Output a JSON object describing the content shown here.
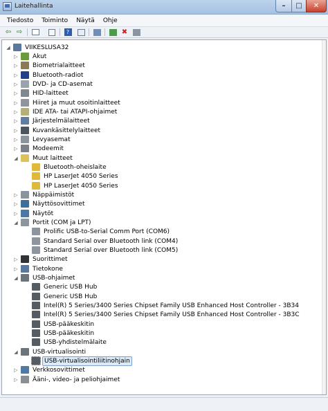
{
  "window": {
    "title": "Laitehallinta"
  },
  "menu": [
    "Tiedosto",
    "Toiminto",
    "Näytä",
    "Ohje"
  ],
  "toolbar": [
    "back-icon",
    "forward-icon",
    "console-tree-icon",
    "properties-list-icon",
    "help-icon",
    "show-hidden-icon",
    "scan-hardware-icon",
    "update-driver-icon",
    "uninstall-icon",
    "disable-icon"
  ],
  "tree": {
    "root": "VIIKESLUSA32",
    "items": [
      {
        "label": "Akut",
        "level": 1,
        "expander": "▷",
        "icon": "battery-icon",
        "color": "#6a9a3c"
      },
      {
        "label": "Biometrialaitteet",
        "level": 1,
        "expander": "▷",
        "icon": "biometric-icon",
        "color": "#8a7a56"
      },
      {
        "label": "Bluetooth-radiot",
        "level": 1,
        "expander": "▷",
        "icon": "bluetooth-icon",
        "color": "#1f3f8a"
      },
      {
        "label": "DVD- ja CD-asemat",
        "level": 1,
        "expander": "▷",
        "icon": "dvd-drive-icon",
        "color": "#9aa3ad"
      },
      {
        "label": "HID-laitteet",
        "level": 1,
        "expander": "▷",
        "icon": "hid-icon",
        "color": "#7f8790"
      },
      {
        "label": "Hiiret ja muut osoitinlaitteet",
        "level": 1,
        "expander": "▷",
        "icon": "mouse-icon",
        "color": "#8e959e"
      },
      {
        "label": "IDE ATA- tai ATAPI-ohjaimet",
        "level": 1,
        "expander": "▷",
        "icon": "ide-controller-icon",
        "color": "#b5b07a"
      },
      {
        "label": "Järjestelmälaitteet",
        "level": 1,
        "expander": "▷",
        "icon": "system-devices-icon",
        "color": "#5d7fa6"
      },
      {
        "label": "Kuvankäsittelylaitteet",
        "level": 1,
        "expander": "▷",
        "icon": "imaging-device-icon",
        "color": "#4a5560"
      },
      {
        "label": "Levyasemat",
        "level": 1,
        "expander": "▷",
        "icon": "disk-drive-icon",
        "color": "#8b939c"
      },
      {
        "label": "Modeemit",
        "level": 1,
        "expander": "▷",
        "icon": "modem-icon",
        "color": "#7a818a"
      },
      {
        "label": "Muut laitteet",
        "level": 1,
        "expander": "◢",
        "icon": "other-devices-icon",
        "color": "#d9c35a"
      },
      {
        "label": "Bluetooth-oheislaite",
        "level": 2,
        "expander": "",
        "icon": "warning-device-icon",
        "color": "#e0b83a"
      },
      {
        "label": "HP LaserJet 4050 Series",
        "level": 2,
        "expander": "",
        "icon": "warning-device-icon",
        "color": "#e0b83a"
      },
      {
        "label": "HP LaserJet 4050 Series",
        "level": 2,
        "expander": "",
        "icon": "warning-device-icon",
        "color": "#e0b83a"
      },
      {
        "label": "Näppäimistöt",
        "level": 1,
        "expander": "▷",
        "icon": "keyboard-icon",
        "color": "#8a929b"
      },
      {
        "label": "Näyttösovittimet",
        "level": 1,
        "expander": "▷",
        "icon": "display-adapter-icon",
        "color": "#3c6e9e"
      },
      {
        "label": "Näytöt",
        "level": 1,
        "expander": "▷",
        "icon": "monitor-icon",
        "color": "#4c78a8"
      },
      {
        "label": "Portit (COM ja LPT)",
        "level": 1,
        "expander": "◢",
        "icon": "port-icon",
        "color": "#8d959e"
      },
      {
        "label": "Prolific USB-to-Serial Comm Port (COM6)",
        "level": 2,
        "expander": "",
        "icon": "port-icon",
        "color": "#8d959e"
      },
      {
        "label": "Standard Serial over Bluetooth link (COM4)",
        "level": 2,
        "expander": "",
        "icon": "port-icon",
        "color": "#8d959e"
      },
      {
        "label": "Standard Serial over Bluetooth link (COM5)",
        "level": 2,
        "expander": "",
        "icon": "port-icon",
        "color": "#8d959e"
      },
      {
        "label": "Suorittimet",
        "level": 1,
        "expander": "▷",
        "icon": "processor-icon",
        "color": "#2f3338"
      },
      {
        "label": "Tietokone",
        "level": 1,
        "expander": "▷",
        "icon": "computer-icon",
        "color": "#5878a0"
      },
      {
        "label": "USB-ohjaimet",
        "level": 1,
        "expander": "◢",
        "icon": "usb-controller-icon",
        "color": "#6b737c"
      },
      {
        "label": "Generic USB Hub",
        "level": 2,
        "expander": "",
        "icon": "usb-plug-icon",
        "color": "#555c64"
      },
      {
        "label": "Generic USB Hub",
        "level": 2,
        "expander": "",
        "icon": "usb-plug-icon",
        "color": "#555c64"
      },
      {
        "label": "Intel(R) 5 Series/3400 Series Chipset Family USB Enhanced Host Controller - 3B34",
        "level": 2,
        "expander": "",
        "icon": "usb-plug-icon",
        "color": "#555c64"
      },
      {
        "label": "Intel(R) 5 Series/3400 Series Chipset Family USB Enhanced Host Controller - 3B3C",
        "level": 2,
        "expander": "",
        "icon": "usb-plug-icon",
        "color": "#555c64"
      },
      {
        "label": "USB-pääkeskitin",
        "level": 2,
        "expander": "",
        "icon": "usb-plug-icon",
        "color": "#555c64"
      },
      {
        "label": "USB-pääkeskitin",
        "level": 2,
        "expander": "",
        "icon": "usb-plug-icon",
        "color": "#555c64"
      },
      {
        "label": "USB-yhdistelmälaite",
        "level": 2,
        "expander": "",
        "icon": "usb-plug-icon",
        "color": "#555c64"
      },
      {
        "label": "USB-virtualisointi",
        "level": 1,
        "expander": "◢",
        "icon": "usb-controller-icon",
        "color": "#6b737c"
      },
      {
        "label": "USB-virtualisointiliitinohjain",
        "level": 2,
        "expander": "",
        "icon": "usb-plug-icon",
        "color": "#555c64",
        "selected": true
      },
      {
        "label": "Verkkosovittimet",
        "level": 1,
        "expander": "▷",
        "icon": "network-adapter-icon",
        "color": "#4f7aa3"
      },
      {
        "label": "Ääni-, video- ja peliohjaimet",
        "level": 1,
        "expander": "▷",
        "icon": "sound-icon",
        "color": "#8a8f96"
      }
    ]
  },
  "colors": {
    "selection": "#dce9f7",
    "selection_border": "#7da2ce",
    "titlebar": "#a6c1e1"
  }
}
